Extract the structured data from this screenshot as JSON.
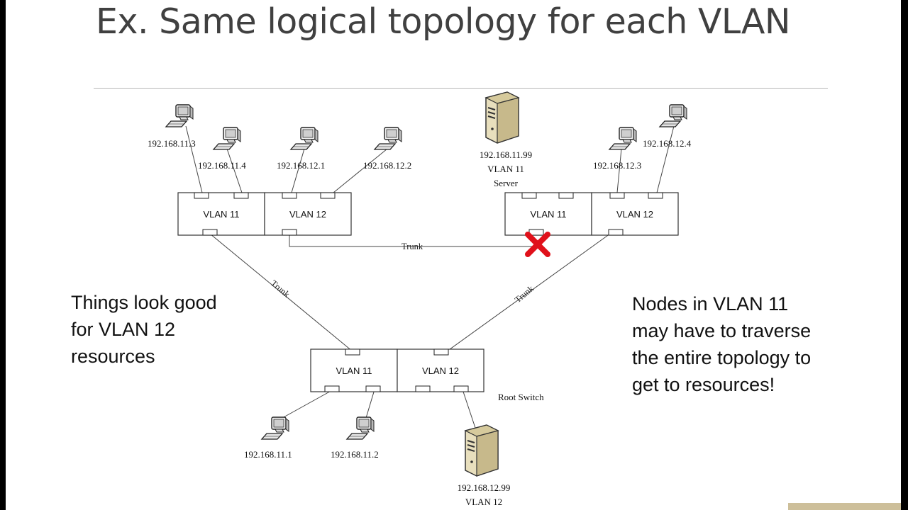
{
  "slide": {
    "title": "Ex. Same logical topology for each VLAN",
    "note_left": [
      "Things look good",
      "for VLAN 12",
      "resources"
    ],
    "note_right": [
      "Nodes in VLAN 11",
      "may have to traverse",
      "the entire topology to",
      "get to resources!"
    ]
  },
  "diagram": {
    "switch_left": {
      "vlan_a": "VLAN 11",
      "vlan_b": "VLAN 12"
    },
    "switch_right": {
      "vlan_a": "VLAN 11",
      "vlan_b": "VLAN 12"
    },
    "switch_root": {
      "vlan_a": "VLAN 11",
      "vlan_b": "VLAN 12",
      "label": "Root Switch"
    },
    "trunk_label": "Trunk",
    "hosts": {
      "h1": "192.168.11.3",
      "h2": "192.168.11.4",
      "h3": "192.168.12.1",
      "h4": "192.168.12.2",
      "h5": "192.168.12.3",
      "h6": "192.168.12.4",
      "h7": "192.168.11.1",
      "h8": "192.168.11.2"
    },
    "server_top": {
      "ip": "192.168.11.99",
      "vlan": "VLAN 11",
      "role": "Server"
    },
    "server_bottom": {
      "ip": "192.168.12.99",
      "vlan": "VLAN 12"
    },
    "blocked_link_marker": "red-x-icon"
  },
  "colors": {
    "blocked": "#e0101a",
    "server_body": "#e8dfbd",
    "lines": "#444444"
  }
}
